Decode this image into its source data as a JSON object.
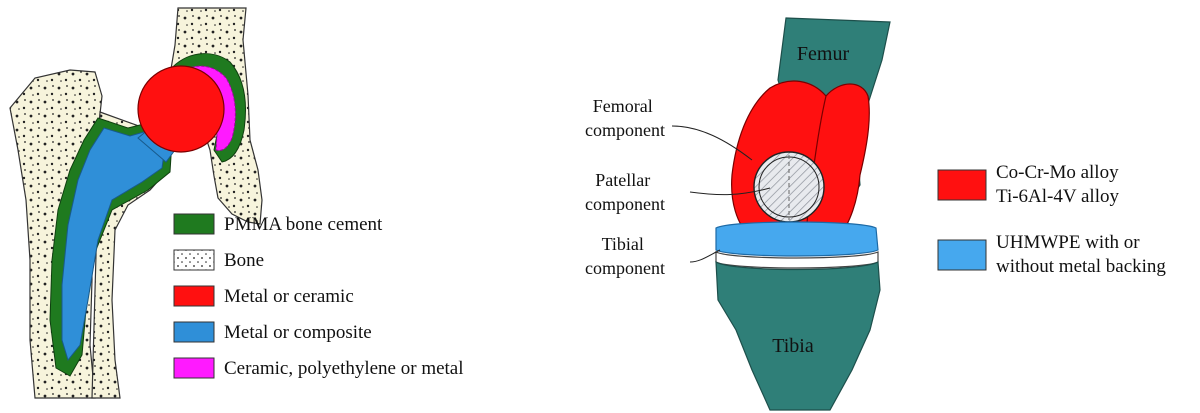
{
  "hip_legend": [
    {
      "label": "PMMA bone cement",
      "color": "#1f7a1f",
      "pattern": "solid"
    },
    {
      "label": "Bone",
      "color": "#ffffff",
      "pattern": "dots"
    },
    {
      "label": "Metal or ceramic",
      "color": "#ff1010",
      "pattern": "solid"
    },
    {
      "label": "Metal or composite",
      "color": "#2f8fd8",
      "pattern": "solid"
    },
    {
      "label": "Ceramic, polyethylene or metal",
      "color": "#ff1aff",
      "pattern": "solid"
    }
  ],
  "knee": {
    "femur_label": "Femur",
    "tibia_label": "Tibia",
    "femoral_component": [
      "Femoral",
      "component"
    ],
    "patellar_component": [
      "Patellar",
      "component"
    ],
    "tibial_component": [
      "Tibial",
      "component"
    ]
  },
  "knee_legend": [
    {
      "lines": [
        "Co-Cr-Mo alloy",
        "Ti-6Al-4V alloy"
      ],
      "color": "#ff1010"
    },
    {
      "lines": [
        "UHMWPE with or",
        "without metal backing"
      ],
      "color": "#46a8ee"
    }
  ],
  "colors": {
    "bone_teal": "#2f7f78",
    "bone_tan": "#f7f4dc",
    "cement_green": "#1f7a1f",
    "metal_red": "#ff1010",
    "stem_blue": "#2f8fd8",
    "liner_magenta": "#ff1aff",
    "uhmwpe_blue": "#46a8ee"
  }
}
